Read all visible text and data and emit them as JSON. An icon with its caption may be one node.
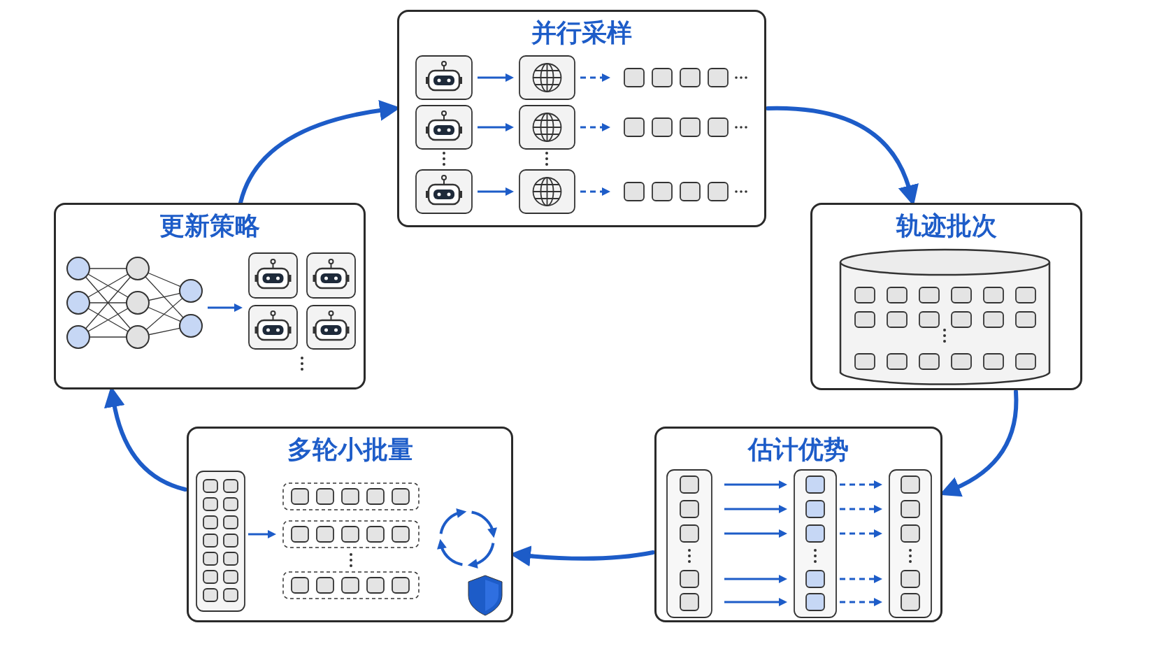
{
  "diagram": {
    "nodes": [
      {
        "text": [
          "并行采样"
        ]
      },
      {
        "text": [
          "更新策略"
        ]
      },
      {
        "text": [
          "轨迹批次"
        ]
      },
      {
        "text": [
          "多轮小批量"
        ]
      },
      {
        "text": [
          "估计优势"
        ]
      }
    ],
    "edges": [
      {
        "from": 1,
        "to": 0,
        "arrow": "to"
      },
      {
        "from": 0,
        "to": 2,
        "arrow": "to"
      },
      {
        "from": 2,
        "to": 4,
        "arrow": "to"
      },
      {
        "from": 4,
        "to": 3,
        "arrow": "to"
      },
      {
        "from": 3,
        "to": 1,
        "arrow": "to"
      }
    ]
  }
}
